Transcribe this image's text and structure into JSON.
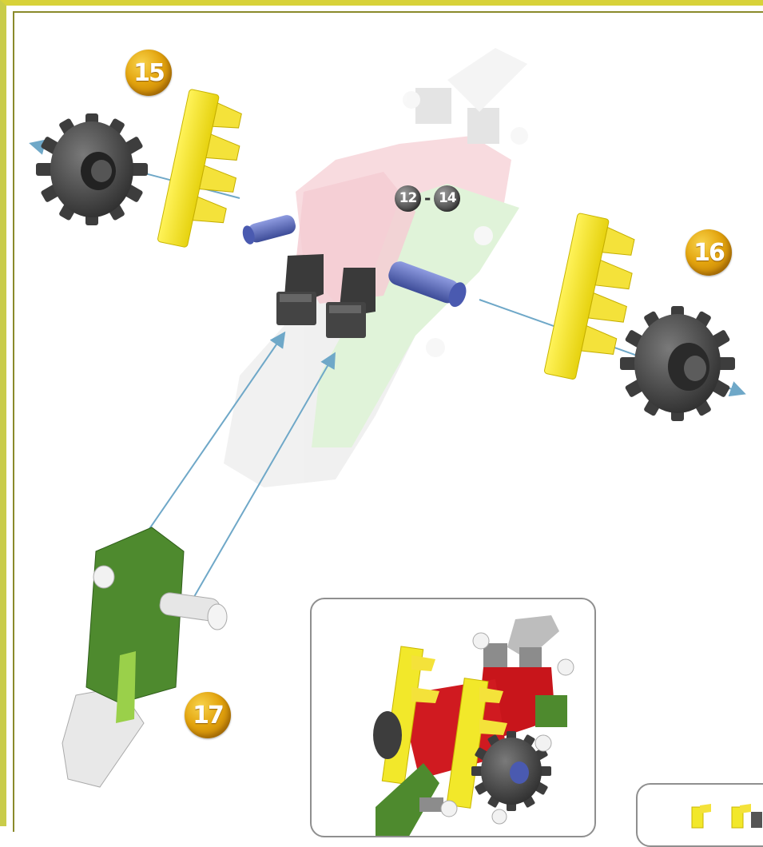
{
  "steps": {
    "step15": "15",
    "step16": "16",
    "step17": "17"
  },
  "reference": {
    "from": "12",
    "separator": "-",
    "to": "14"
  },
  "colors": {
    "frame": "#d8d23a",
    "badge": "#e3a40e",
    "arrow": "#6fa8c8",
    "yellow_part": "#f2e82a",
    "gear": "#4a4a4a",
    "blue_part": "#5a6bb5",
    "green_part": "#4e8a2e",
    "red_part": "#c8151b",
    "white_part": "#eeeeee"
  },
  "icons": [
    "gear-icon",
    "yellow-rack-icon",
    "blue-axle-icon",
    "green-connector-icon",
    "assembly-preview-icon"
  ]
}
